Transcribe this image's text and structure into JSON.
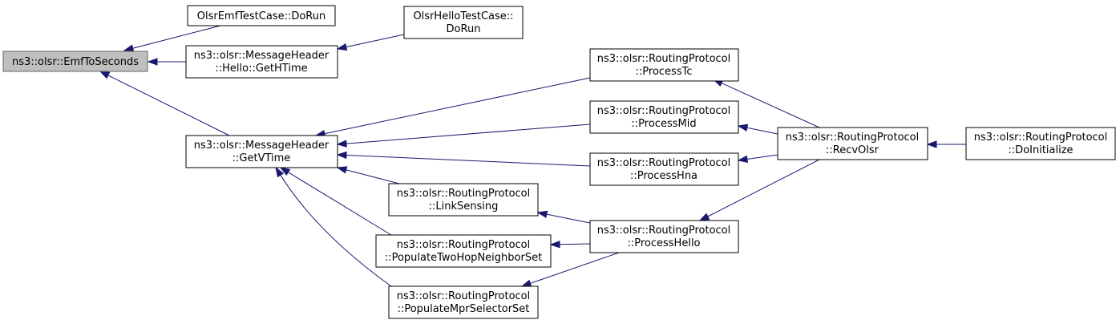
{
  "nodes": {
    "emf_to_seconds": {
      "lines": [
        "ns3::olsr::EmfToSeconds"
      ]
    },
    "olsr_emf_test_case_dorun": {
      "lines": [
        "OlsrEmfTestCase::DoRun"
      ]
    },
    "hello_get_htime": {
      "lines": [
        "ns3::olsr::MessageHeader",
        "::Hello::GetHTime"
      ]
    },
    "olsr_hello_test_case_dorun": {
      "lines": [
        "OlsrHelloTestCase::",
        "DoRun"
      ]
    },
    "get_vtime": {
      "lines": [
        "ns3::olsr::MessageHeader",
        "::GetVTime"
      ]
    },
    "process_tc": {
      "lines": [
        "ns3::olsr::RoutingProtocol",
        "::ProcessTc"
      ]
    },
    "process_mid": {
      "lines": [
        "ns3::olsr::RoutingProtocol",
        "::ProcessMid"
      ]
    },
    "process_hna": {
      "lines": [
        "ns3::olsr::RoutingProtocol",
        "::ProcessHna"
      ]
    },
    "recv_olsr": {
      "lines": [
        "ns3::olsr::RoutingProtocol",
        "::RecvOlsr"
      ]
    },
    "do_initialize": {
      "lines": [
        "ns3::olsr::RoutingProtocol",
        "::DoInitialize"
      ]
    },
    "link_sensing": {
      "lines": [
        "ns3::olsr::RoutingProtocol",
        "::LinkSensing"
      ]
    },
    "populate_two_hop": {
      "lines": [
        "ns3::olsr::RoutingProtocol",
        "::PopulateTwoHopNeighborSet"
      ]
    },
    "process_hello": {
      "lines": [
        "ns3::olsr::RoutingProtocol",
        "::ProcessHello"
      ]
    },
    "populate_mpr_selector": {
      "lines": [
        "ns3::olsr::RoutingProtocol",
        "::PopulateMprSelectorSet"
      ]
    }
  },
  "edges": [
    {
      "from": "olsr_emf_test_case_dorun",
      "to": "emf_to_seconds"
    },
    {
      "from": "hello_get_htime",
      "to": "emf_to_seconds"
    },
    {
      "from": "get_vtime",
      "to": "emf_to_seconds"
    },
    {
      "from": "olsr_hello_test_case_dorun",
      "to": "hello_get_htime"
    },
    {
      "from": "process_tc",
      "to": "get_vtime"
    },
    {
      "from": "process_mid",
      "to": "get_vtime"
    },
    {
      "from": "process_hna",
      "to": "get_vtime"
    },
    {
      "from": "link_sensing",
      "to": "get_vtime"
    },
    {
      "from": "populate_two_hop",
      "to": "get_vtime"
    },
    {
      "from": "populate_mpr_selector",
      "to": "get_vtime"
    },
    {
      "from": "recv_olsr",
      "to": "process_tc"
    },
    {
      "from": "recv_olsr",
      "to": "process_mid"
    },
    {
      "from": "recv_olsr",
      "to": "process_hna"
    },
    {
      "from": "recv_olsr",
      "to": "process_hello"
    },
    {
      "from": "process_hello",
      "to": "link_sensing"
    },
    {
      "from": "process_hello",
      "to": "populate_two_hop"
    },
    {
      "from": "process_hello",
      "to": "populate_mpr_selector"
    },
    {
      "from": "do_initialize",
      "to": "recv_olsr"
    }
  ]
}
